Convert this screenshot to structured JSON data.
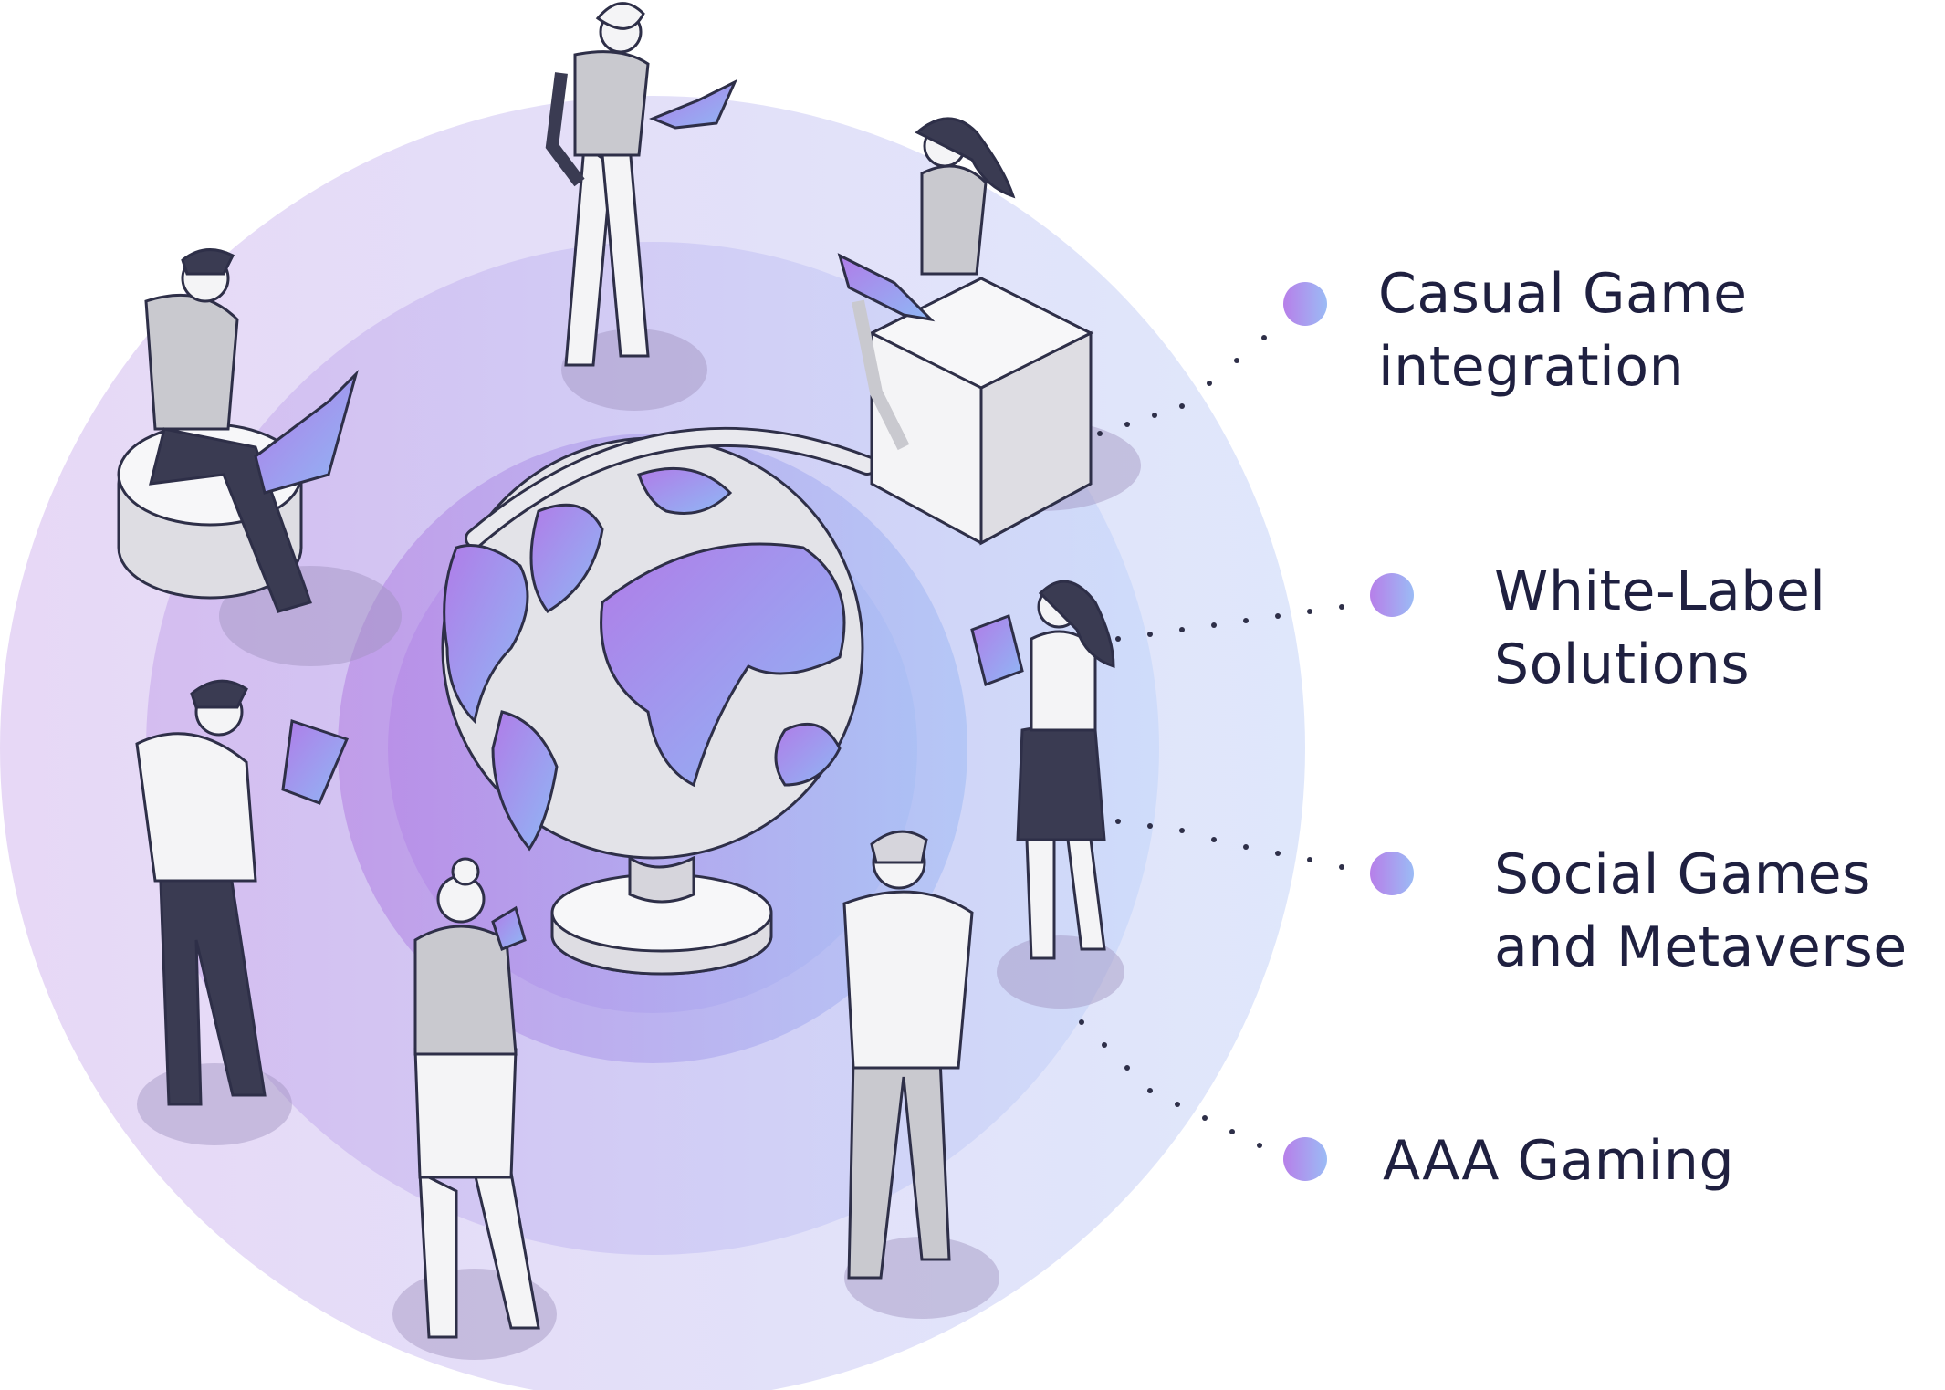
{
  "colors": {
    "ring_outer": "#e6dcf7",
    "ring_mid": "#d2c4f1",
    "ring_inner": "#bca6ee",
    "ring_core": "#a98de8",
    "ring_right": "#cfe0fb",
    "accent_purple": "#b07ce8",
    "accent_blue": "#8fb8f5",
    "outline": "#2e2f48",
    "figure_gray": "#c9c9cf",
    "figure_dark": "#3a3b52",
    "figure_white": "#f4f4f6",
    "text": "#1f2040"
  },
  "icons": {
    "globe": "globe-icon",
    "bullet": "gradient-dot-icon"
  },
  "labels": [
    {
      "id": "casual",
      "lines": [
        "Casual Game",
        "integration"
      ]
    },
    {
      "id": "white",
      "lines": [
        "White-Label",
        "Solutions"
      ]
    },
    {
      "id": "social",
      "lines": [
        "Social Games",
        "and Metaverse"
      ]
    },
    {
      "id": "aaa",
      "lines": [
        "AAA Gaming"
      ]
    }
  ]
}
